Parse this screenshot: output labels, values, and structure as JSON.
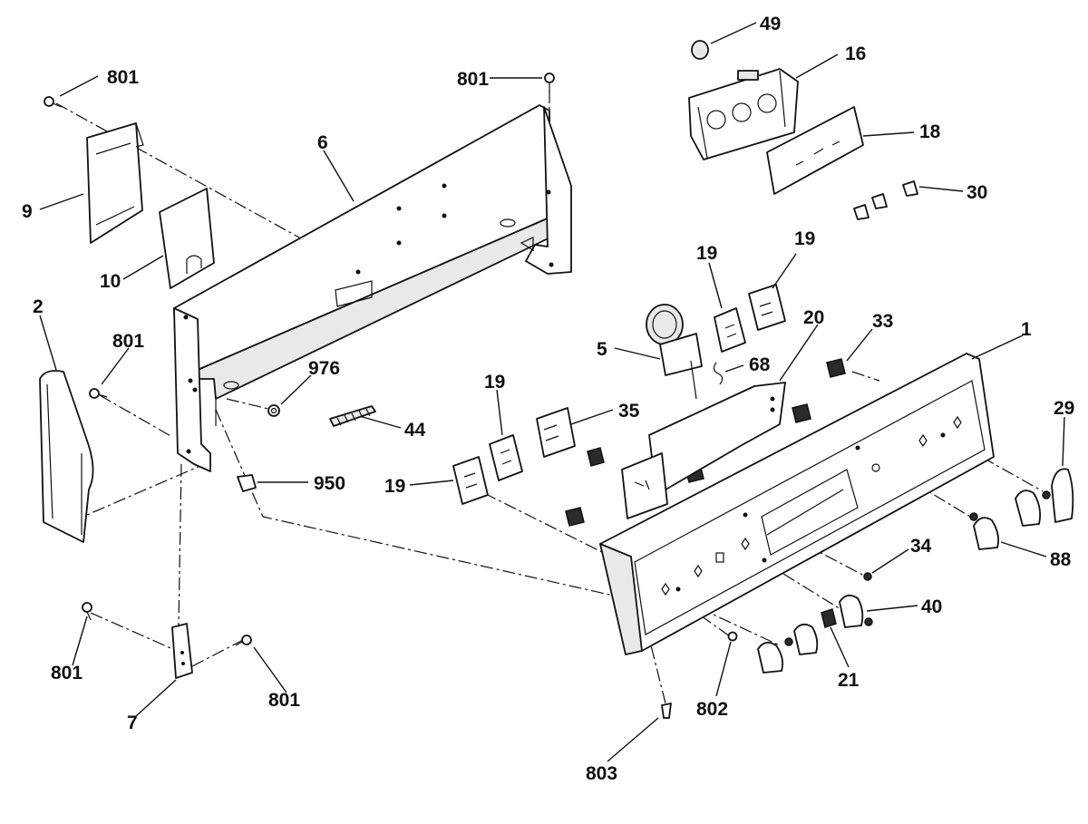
{
  "diagram": {
    "labels": [
      {
        "id": "l801a",
        "text": "801"
      },
      {
        "id": "l801b",
        "text": "801"
      },
      {
        "id": "l49",
        "text": "49"
      },
      {
        "id": "l16",
        "text": "16"
      },
      {
        "id": "l18",
        "text": "18"
      },
      {
        "id": "l30",
        "text": "30"
      },
      {
        "id": "l6",
        "text": "6"
      },
      {
        "id": "l9",
        "text": "9"
      },
      {
        "id": "l10",
        "text": "10"
      },
      {
        "id": "l2",
        "text": "2"
      },
      {
        "id": "l801c",
        "text": "801"
      },
      {
        "id": "l976",
        "text": "976"
      },
      {
        "id": "l44",
        "text": "44"
      },
      {
        "id": "l950",
        "text": "950"
      },
      {
        "id": "l19a",
        "text": "19"
      },
      {
        "id": "l19b",
        "text": "19"
      },
      {
        "id": "l19c",
        "text": "19"
      },
      {
        "id": "l19d",
        "text": "19"
      },
      {
        "id": "l5",
        "text": "5"
      },
      {
        "id": "l20",
        "text": "20"
      },
      {
        "id": "l33",
        "text": "33"
      },
      {
        "id": "l1",
        "text": "1"
      },
      {
        "id": "l68",
        "text": "68"
      },
      {
        "id": "l35",
        "text": "35"
      },
      {
        "id": "l29",
        "text": "29"
      },
      {
        "id": "l88",
        "text": "88"
      },
      {
        "id": "l34",
        "text": "34"
      },
      {
        "id": "l40",
        "text": "40"
      },
      {
        "id": "l21",
        "text": "21"
      },
      {
        "id": "l802",
        "text": "802"
      },
      {
        "id": "l803",
        "text": "803"
      },
      {
        "id": "l801d",
        "text": "801"
      },
      {
        "id": "l801e",
        "text": "801"
      },
      {
        "id": "l7",
        "text": "7"
      }
    ]
  }
}
